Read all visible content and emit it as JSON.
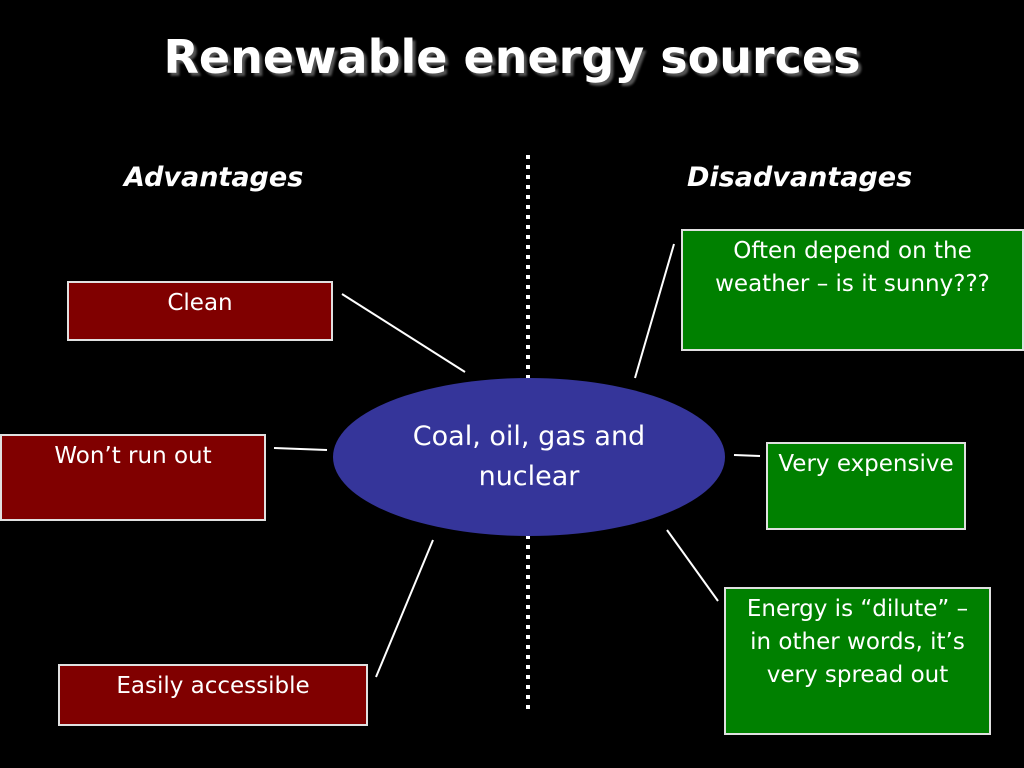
{
  "title": "Renewable energy sources",
  "headings": {
    "advantages": "Advantages",
    "disadvantages": "Disadvantages"
  },
  "center": {
    "label": "Coal, oil, gas and nuclear",
    "color": "#35359a"
  },
  "advantages": [
    {
      "label": "Clean"
    },
    {
      "label": "Won’t run out"
    },
    {
      "label": "Easily accessible"
    }
  ],
  "disadvantages": [
    {
      "label": "Often depend on the weather – is it sunny???"
    },
    {
      "label": "Very expensive"
    },
    {
      "label": "Energy is “dilute” – in other words, it’s very spread out"
    }
  ],
  "colors": {
    "advantage_box": "#800000",
    "disadvantage_box": "#008000",
    "background": "#000000"
  }
}
